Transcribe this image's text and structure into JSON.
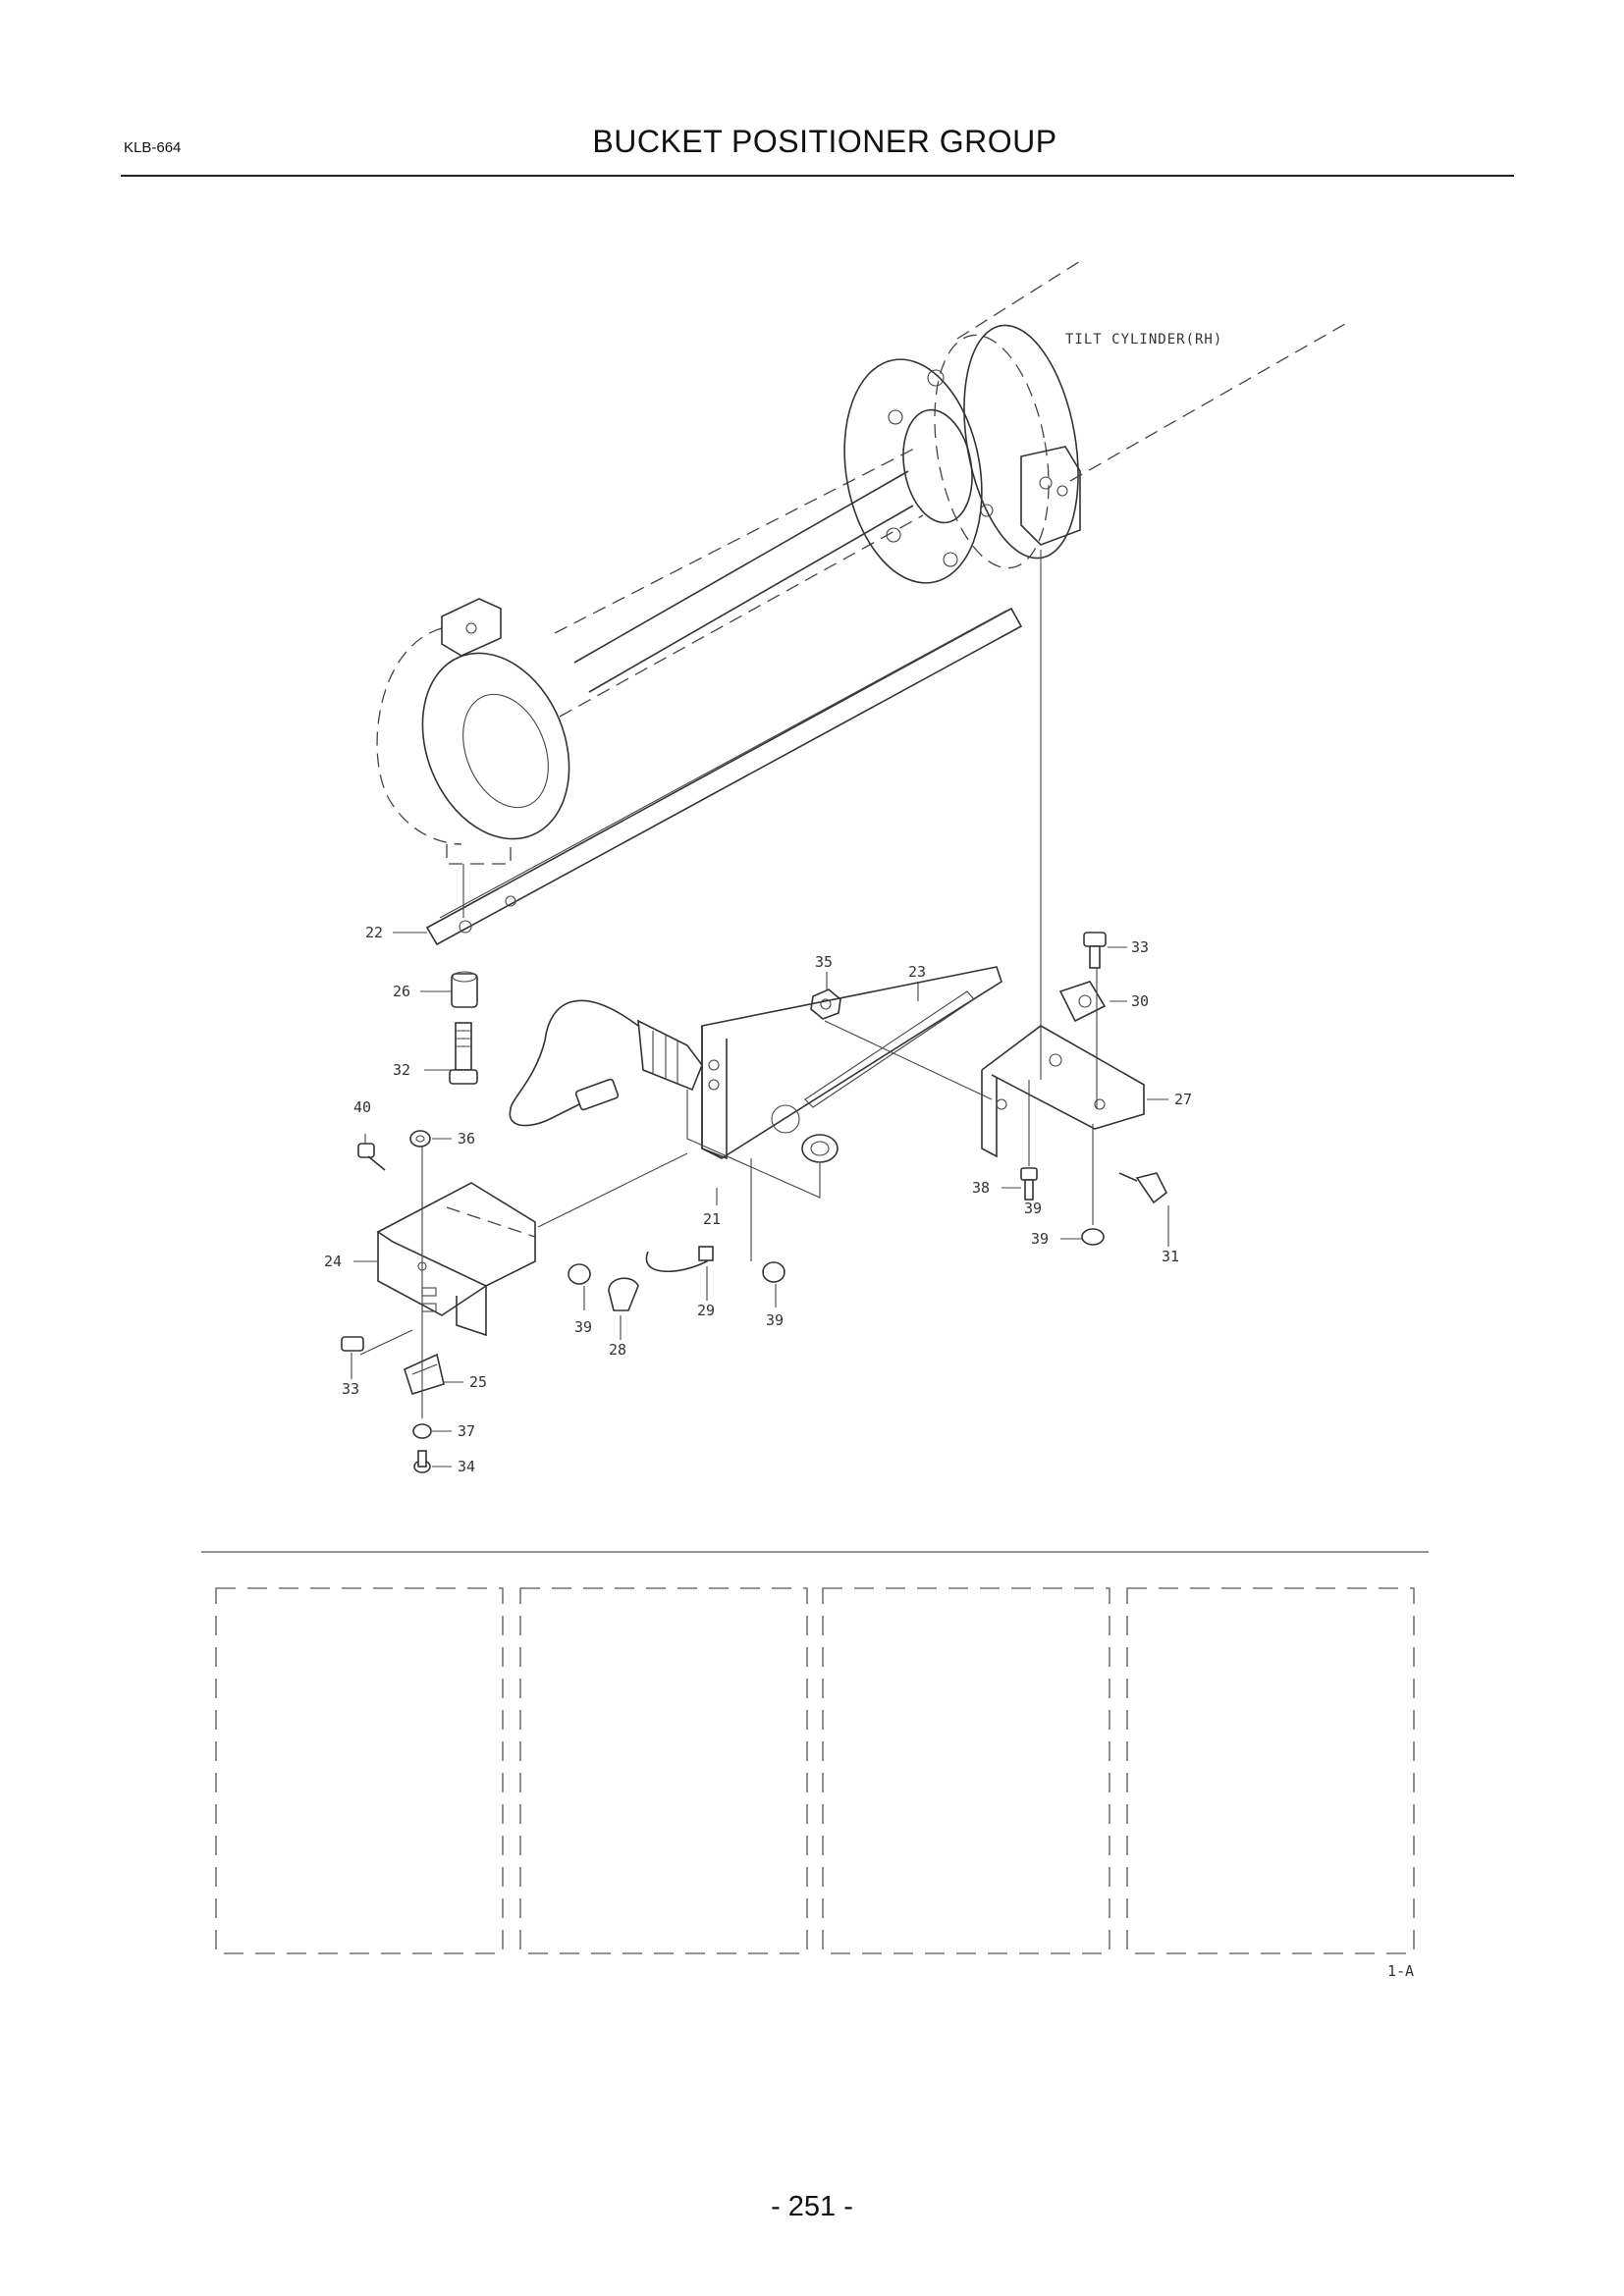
{
  "header": {
    "doc_code": "KLB-664",
    "title": "BUCKET POSITIONER GROUP"
  },
  "diagram": {
    "assembly_note": "TILT CYLINDER(RH)",
    "callouts": [
      "21",
      "22",
      "23",
      "24",
      "25",
      "26",
      "27",
      "28",
      "29",
      "30",
      "31",
      "32",
      "33",
      "33",
      "34",
      "35",
      "36",
      "37",
      "38",
      "39",
      "39",
      "39",
      "39",
      "40"
    ],
    "reference": "1-A"
  },
  "footer": {
    "page_number": "- 251 -"
  }
}
